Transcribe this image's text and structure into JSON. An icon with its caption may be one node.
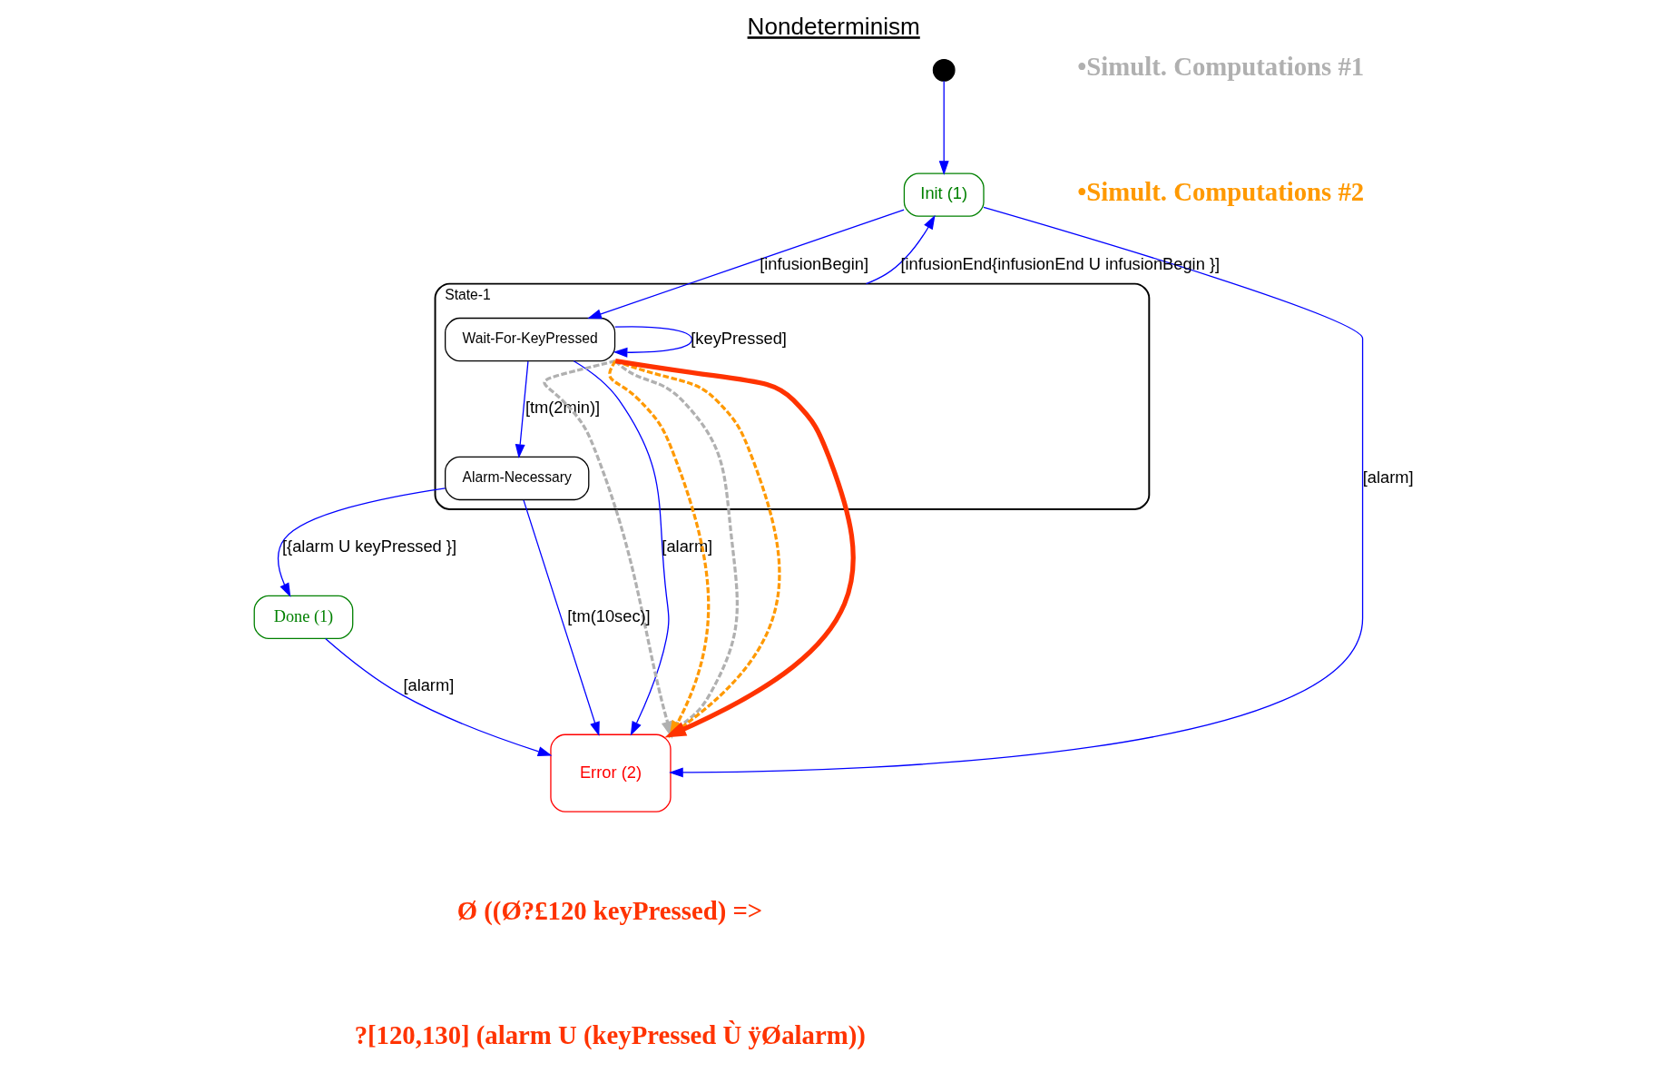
{
  "diagram": {
    "title": "Nondeterminism",
    "nodes": [
      {
        "text": [],
        "shape": "circle"
      },
      {
        "text": [
          "Init (1)"
        ]
      },
      {
        "text": [
          "State-1"
        ]
      },
      {
        "text": [
          "Wait-For-KeyPressed"
        ],
        "in": 2
      },
      {
        "text": [
          "Alarm-Necessary"
        ],
        "in": 2
      },
      {
        "text": [
          "Done (1)"
        ]
      },
      {
        "text": [
          "Error (2)"
        ]
      }
    ],
    "edges": [
      {
        "from": 0,
        "to": 1,
        "arrow": "to"
      },
      {
        "from": 1,
        "to": 3,
        "arrow": "to",
        "label": "[infusionBegin]"
      },
      {
        "from": 2,
        "to": 1,
        "arrow": "to",
        "label": "[infusionEnd{infusionEnd U infusionBegin }]"
      },
      {
        "from": 1,
        "to": 6,
        "arrow": "to",
        "label": "[alarm]"
      },
      {
        "from": 3,
        "to": 3,
        "arrow": "to",
        "label": "[keyPressed]"
      },
      {
        "from": 3,
        "to": 4,
        "arrow": "to",
        "label": "[tm(2min)]"
      },
      {
        "from": 3,
        "to": 6,
        "arrow": "to",
        "label": "[alarm]"
      },
      {
        "from": 4,
        "to": 6,
        "arrow": "to",
        "label": "[tm(10sec)]"
      },
      {
        "from": 4,
        "to": 5,
        "arrow": "to",
        "label": "[{alarm U keyPressed }]"
      },
      {
        "from": 5,
        "to": 6,
        "arrow": "to",
        "label": "[alarm]"
      },
      {
        "from": 3,
        "to": 6,
        "arrow": "to",
        "style": "dashed",
        "color": "#b0b0b0"
      },
      {
        "from": 3,
        "to": 6,
        "arrow": "to",
        "style": "dashed",
        "color": "#b0b0b0"
      },
      {
        "from": 3,
        "to": 6,
        "arrow": "to",
        "style": "dashed",
        "color": "#ff9900"
      },
      {
        "from": 3,
        "to": 6,
        "arrow": "to",
        "style": "dashed",
        "color": "#ff9900"
      },
      {
        "from": 3,
        "to": 6,
        "arrow": "to",
        "style": "thick",
        "color": "#ff3300"
      }
    ],
    "labels": [
      "Ø ((Ø?£120 keyPressed) =>",
      "?[120,130] (alarm U (keyPressed Ù ÿØalarm))"
    ],
    "legend": [
      {
        "text": "•Simult. Computations #1",
        "color": "#b0b0b0"
      },
      {
        "text": "•Simult. Computations #2",
        "color": "#ff9900"
      }
    ]
  }
}
